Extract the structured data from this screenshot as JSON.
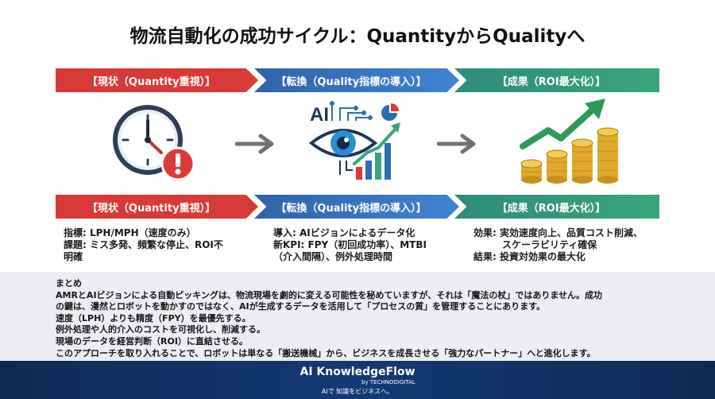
{
  "title": "物流自動化の成功サイクル：QuantityからQualityへ",
  "stages": [
    {
      "label": "【現状（Quantity重視）】",
      "desc": "指標: LPH/MPH（速度のみ）\n課題: ミス多発、頻繁な停止、ROI不\n明確"
    },
    {
      "label": "【転換（Quality指標の導入）】",
      "desc": "導入: AIビジョンによるデータ化\n新KPI: FPY（初回成功率）、MTBI\n（介入間隔）、例外処理時間"
    },
    {
      "label": "【成果（ROI最大化）】",
      "desc": "効果: 実効速度向上、品質コスト削減、\n　　　スケーラビリティ確保\n結果: 投資対効果の最大化"
    }
  ],
  "ai_text": "AI",
  "summary": {
    "heading": "まとめ",
    "lines": [
      "AMRとAIビジョンによる自動ピッキングは、物流現場を劇的に変える可能性を秘めていますが、それは「魔法の杖」ではありません。成功",
      "の鍵は、漫然とロボットを動かすのではなく、AIが生成するデータを活用して「プロセスの質」を管理することにあります。",
      "速度（LPH）よりも精度（FPY）を最優先する。",
      "例外処理や人的介入のコストを可視化し、削減する。",
      "現場のデータを経営判断（ROI）に直結させる。",
      "このアプローチを取り入れることで、ロボットは単なる「搬送機械」から、ビジネスを成長させる「強力なパートナー」へと進化します。"
    ]
  },
  "footer": {
    "brand": "AI KnowledgeFlow",
    "by": "by TECHNODIGITAL",
    "tagline": "AIで 知識をビジネスへ。"
  },
  "colors": {
    "red": "#d93a37",
    "blue": "#3f84d4",
    "green": "#3aa57c",
    "navy": "#0d2a55"
  }
}
